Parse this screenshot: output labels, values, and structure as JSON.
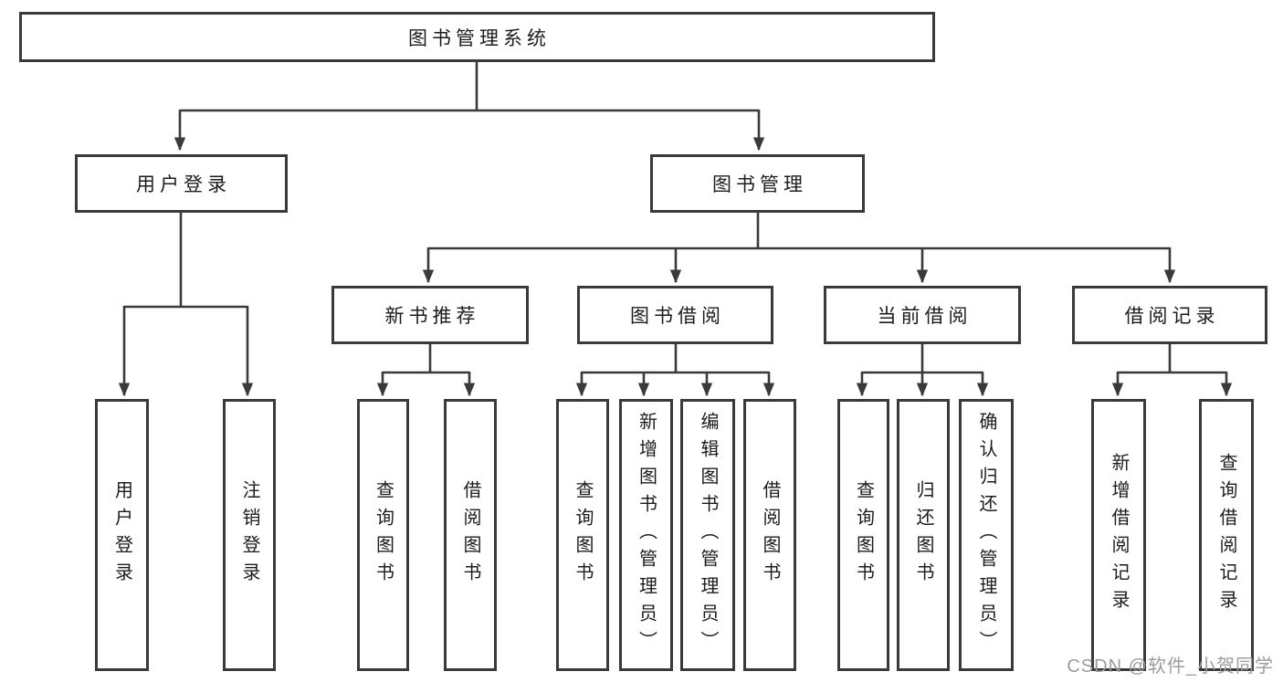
{
  "diagram_title": "图书管理系统",
  "nodes": {
    "root": "图书管理系统",
    "level2": [
      "用户登录",
      "图书管理"
    ],
    "level3": [
      "新书推荐",
      "图书借阅",
      "当前借阅",
      "借阅记录"
    ],
    "leaves": [
      "用户登录",
      "注销登录",
      "查询图书",
      "借阅图书",
      "查询图书",
      "新增图书（管理员）",
      "编辑图书（管理员）",
      "借阅图书",
      "查询图书",
      "归还图书",
      "确认归还（管理员）",
      "新增借阅记录",
      "查询借阅记录"
    ]
  },
  "watermark": "CSDN @软件_小贺同学",
  "colors": {
    "line": "#3a3a3a",
    "text": "#1c1c1c",
    "watermark": "#9c9c9c",
    "background": "#ffffff"
  }
}
